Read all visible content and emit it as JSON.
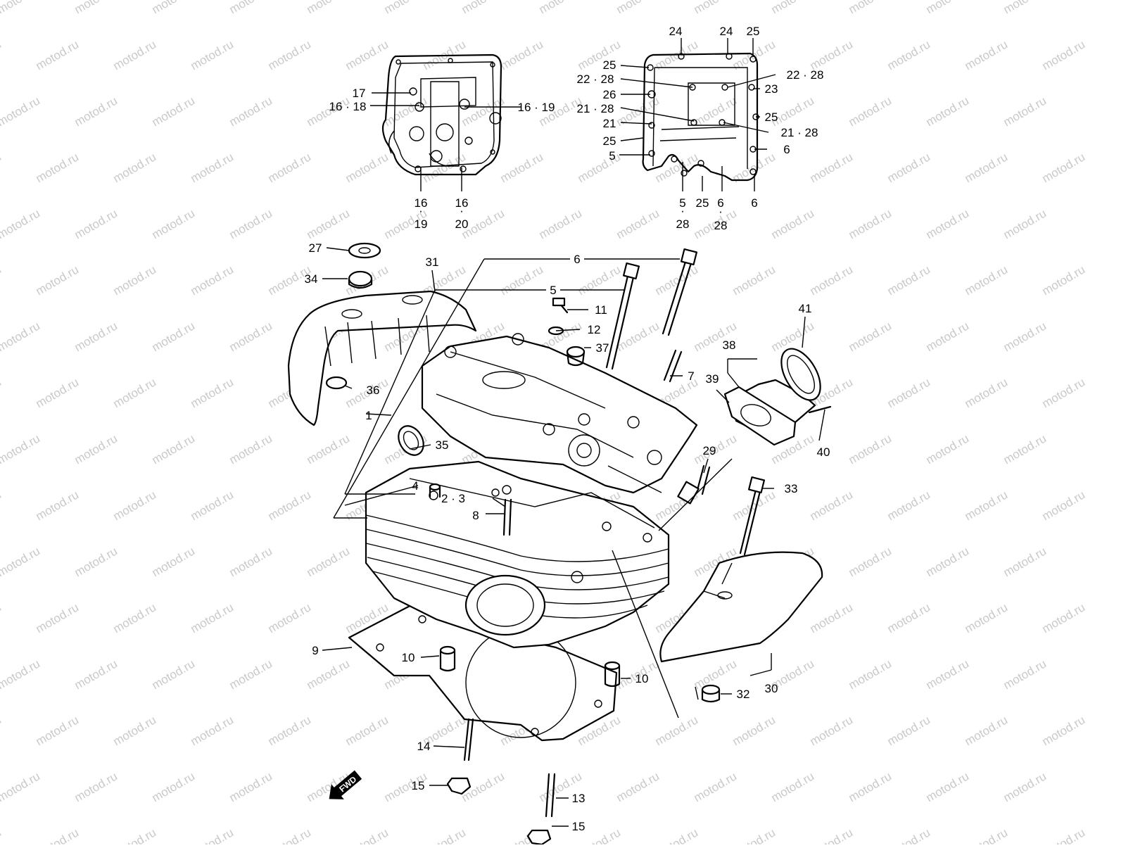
{
  "watermark": "motod.ru",
  "fwd_label": "FWD",
  "labels": {
    "p1": "1",
    "p2_3": "2 · 3",
    "p4": "4",
    "p5a": "5",
    "p6a": "6",
    "p7": "7",
    "p8": "8",
    "p9": "9",
    "p10a": "10",
    "p10b": "10",
    "p11": "11",
    "p12": "12",
    "p13": "13",
    "p14": "14",
    "p15a": "15",
    "p15b": "15",
    "p27": "27",
    "p29": "29",
    "p30": "30",
    "p31": "31",
    "p32": "32",
    "p33": "33",
    "p34": "34",
    "p35": "35",
    "p36": "36",
    "p37": "37",
    "p38": "38",
    "p39": "39",
    "p40": "40",
    "p41": "41",
    "i17": "17",
    "i16_18": "16 · 18",
    "i16_19": "16 · 19",
    "i16_19b_top": "16",
    "i16_19b_bot": "19",
    "i16_20_top": "16",
    "i16_20_bot": "20",
    "c24a": "24",
    "c24b": "24",
    "c25a": "25",
    "c25b": "25",
    "c22_28a": "22 · 28",
    "c22_28b": "22 · 28",
    "c26": "26",
    "c23": "23",
    "c21_28a": "21 · 28",
    "c21": "21",
    "c25c": "25",
    "c21_28b": "21 · 28",
    "c25d": "25",
    "c6a": "6",
    "c5": "5",
    "c5_28_top": "5",
    "c5_28_bot": "28",
    "c25e": "25",
    "c6_28_top": "6",
    "c6_28_bot": "28",
    "c6b": "6"
  }
}
